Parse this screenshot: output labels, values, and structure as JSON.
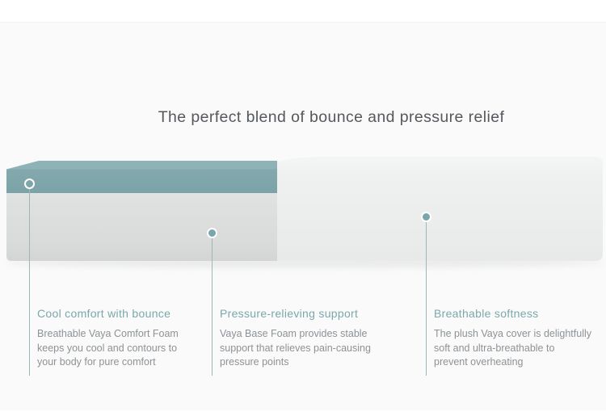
{
  "section": {
    "title": "The perfect blend of bounce and pressure relief"
  },
  "features": [
    {
      "heading": "Cool comfort with bounce",
      "body": "Breathable Vaya Comfort Foam\nkeeps you cool and contours to\nyour body for pure comfort"
    },
    {
      "heading": "Pressure-relieving support",
      "body": "Vaya Base Foam provides stable\nsupport that relieves pain-causing\npressure points"
    },
    {
      "heading": "Breathable softness",
      "body": "The plush Vaya cover is delightfully\nsoft and ultra-breathable to\nprevent overheating"
    }
  ],
  "colors": {
    "accent_teal": "#7fa7ab",
    "teal_top_face": "#8eb2b5",
    "heading_teal": "#7aa8ad",
    "body_text": "#8d9296",
    "title_text": "#55595d",
    "foam_gray": "#dcdedd",
    "cover_gray": "#ededed",
    "section_background": "#fafafa"
  }
}
